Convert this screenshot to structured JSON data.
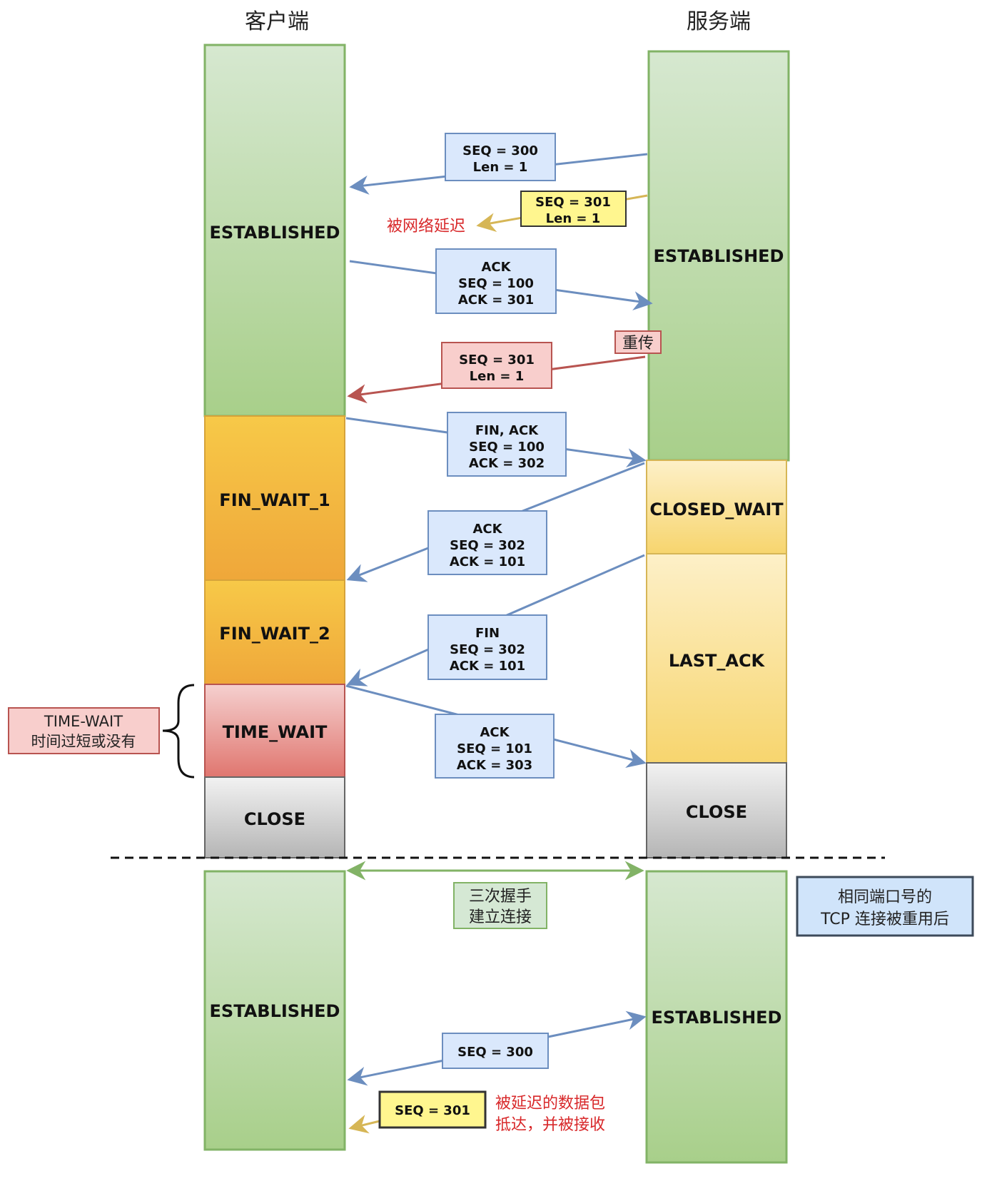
{
  "headers": {
    "client": "客户端",
    "server": "服务端"
  },
  "colors": {
    "established_top": "#d6e8d0",
    "established_bottom": "#a8cf8a",
    "established_stroke": "#82b366",
    "fin_wait_top": "#f7c948",
    "fin_wait_bottom": "#efa73a",
    "fin_wait_stroke": "#d6a33a",
    "closed_wait_top": "#fdf0c8",
    "closed_wait_bottom": "#f7d56e",
    "time_wait_top": "#f5d0cf",
    "time_wait_bottom": "#e0766f",
    "time_wait_stroke": "#b85450",
    "close_top": "#f2f2f2",
    "close_bottom": "#b5b5b5",
    "close_stroke": "#666666",
    "packet_blue_fill": "#dae8fc",
    "packet_blue_stroke": "#6c8ebf",
    "packet_yellow_fill": "#fff68f",
    "packet_yellow_stroke": "#333333",
    "packet_red_fill": "#f8cecc",
    "packet_red_stroke": "#b85450",
    "arrow_blue": "#6c8ebf",
    "arrow_yellow": "#d6b656",
    "arrow_red": "#b85450",
    "arrow_green": "#82b366",
    "note_red": "#d8282a"
  },
  "client_states": [
    {
      "id": "established",
      "label": "ESTABLISHED"
    },
    {
      "id": "fin_wait_1",
      "label": "FIN_WAIT_1"
    },
    {
      "id": "fin_wait_2",
      "label": "FIN_WAIT_2"
    },
    {
      "id": "time_wait",
      "label": "TIME_WAIT"
    },
    {
      "id": "close",
      "label": "CLOSE"
    },
    {
      "id": "established_new",
      "label": "ESTABLISHED"
    }
  ],
  "server_states": [
    {
      "id": "established",
      "label": "ESTABLISHED"
    },
    {
      "id": "closed_wait",
      "label": "CLOSED_WAIT"
    },
    {
      "id": "last_ack",
      "label": "LAST_ACK"
    },
    {
      "id": "close",
      "label": "CLOSE"
    },
    {
      "id": "established_new",
      "label": "ESTABLISHED"
    }
  ],
  "packets": [
    {
      "id": "seq300",
      "lines": [
        "SEQ = 300",
        "Len = 1"
      ],
      "style": "blue",
      "direction": "server-to-client"
    },
    {
      "id": "seq301_delayed",
      "lines": [
        "SEQ = 301",
        "Len = 1"
      ],
      "style": "yellow",
      "direction": "server-to-client"
    },
    {
      "id": "ack301",
      "lines": [
        "ACK",
        "SEQ = 100",
        "ACK = 301"
      ],
      "style": "blue",
      "direction": "client-to-server"
    },
    {
      "id": "seq301_retx",
      "lines": [
        "SEQ = 301",
        "Len = 1"
      ],
      "style": "red",
      "direction": "server-to-client"
    },
    {
      "id": "fin_ack",
      "lines": [
        "FIN, ACK",
        "SEQ = 100",
        "ACK = 302"
      ],
      "style": "blue",
      "direction": "client-to-server"
    },
    {
      "id": "ack101",
      "lines": [
        "ACK",
        "SEQ = 302",
        "ACK = 101"
      ],
      "style": "blue",
      "direction": "server-to-client"
    },
    {
      "id": "fin",
      "lines": [
        "FIN",
        "SEQ = 302",
        "ACK = 101"
      ],
      "style": "blue",
      "direction": "server-to-client"
    },
    {
      "id": "ack303",
      "lines": [
        "ACK",
        "SEQ = 101",
        "ACK = 303"
      ],
      "style": "blue",
      "direction": "client-to-server"
    },
    {
      "id": "new_seq300",
      "lines": [
        "SEQ = 300"
      ],
      "style": "blue",
      "direction": "bidirectional"
    },
    {
      "id": "new_seq301",
      "lines": [
        "SEQ = 301"
      ],
      "style": "yellow",
      "direction": "to-client"
    }
  ],
  "notes": {
    "delayed": "被网络延迟",
    "retransmit": "重传",
    "time_wait_note": [
      "TIME-WAIT",
      "时间过短或没有"
    ],
    "handshake": [
      "三次握手",
      "建立连接"
    ],
    "reuse": [
      "相同端口号的",
      "TCP 连接被重用后"
    ],
    "delayed_arrival": [
      "被延迟的数据包",
      "抵达，并被接收"
    ]
  }
}
